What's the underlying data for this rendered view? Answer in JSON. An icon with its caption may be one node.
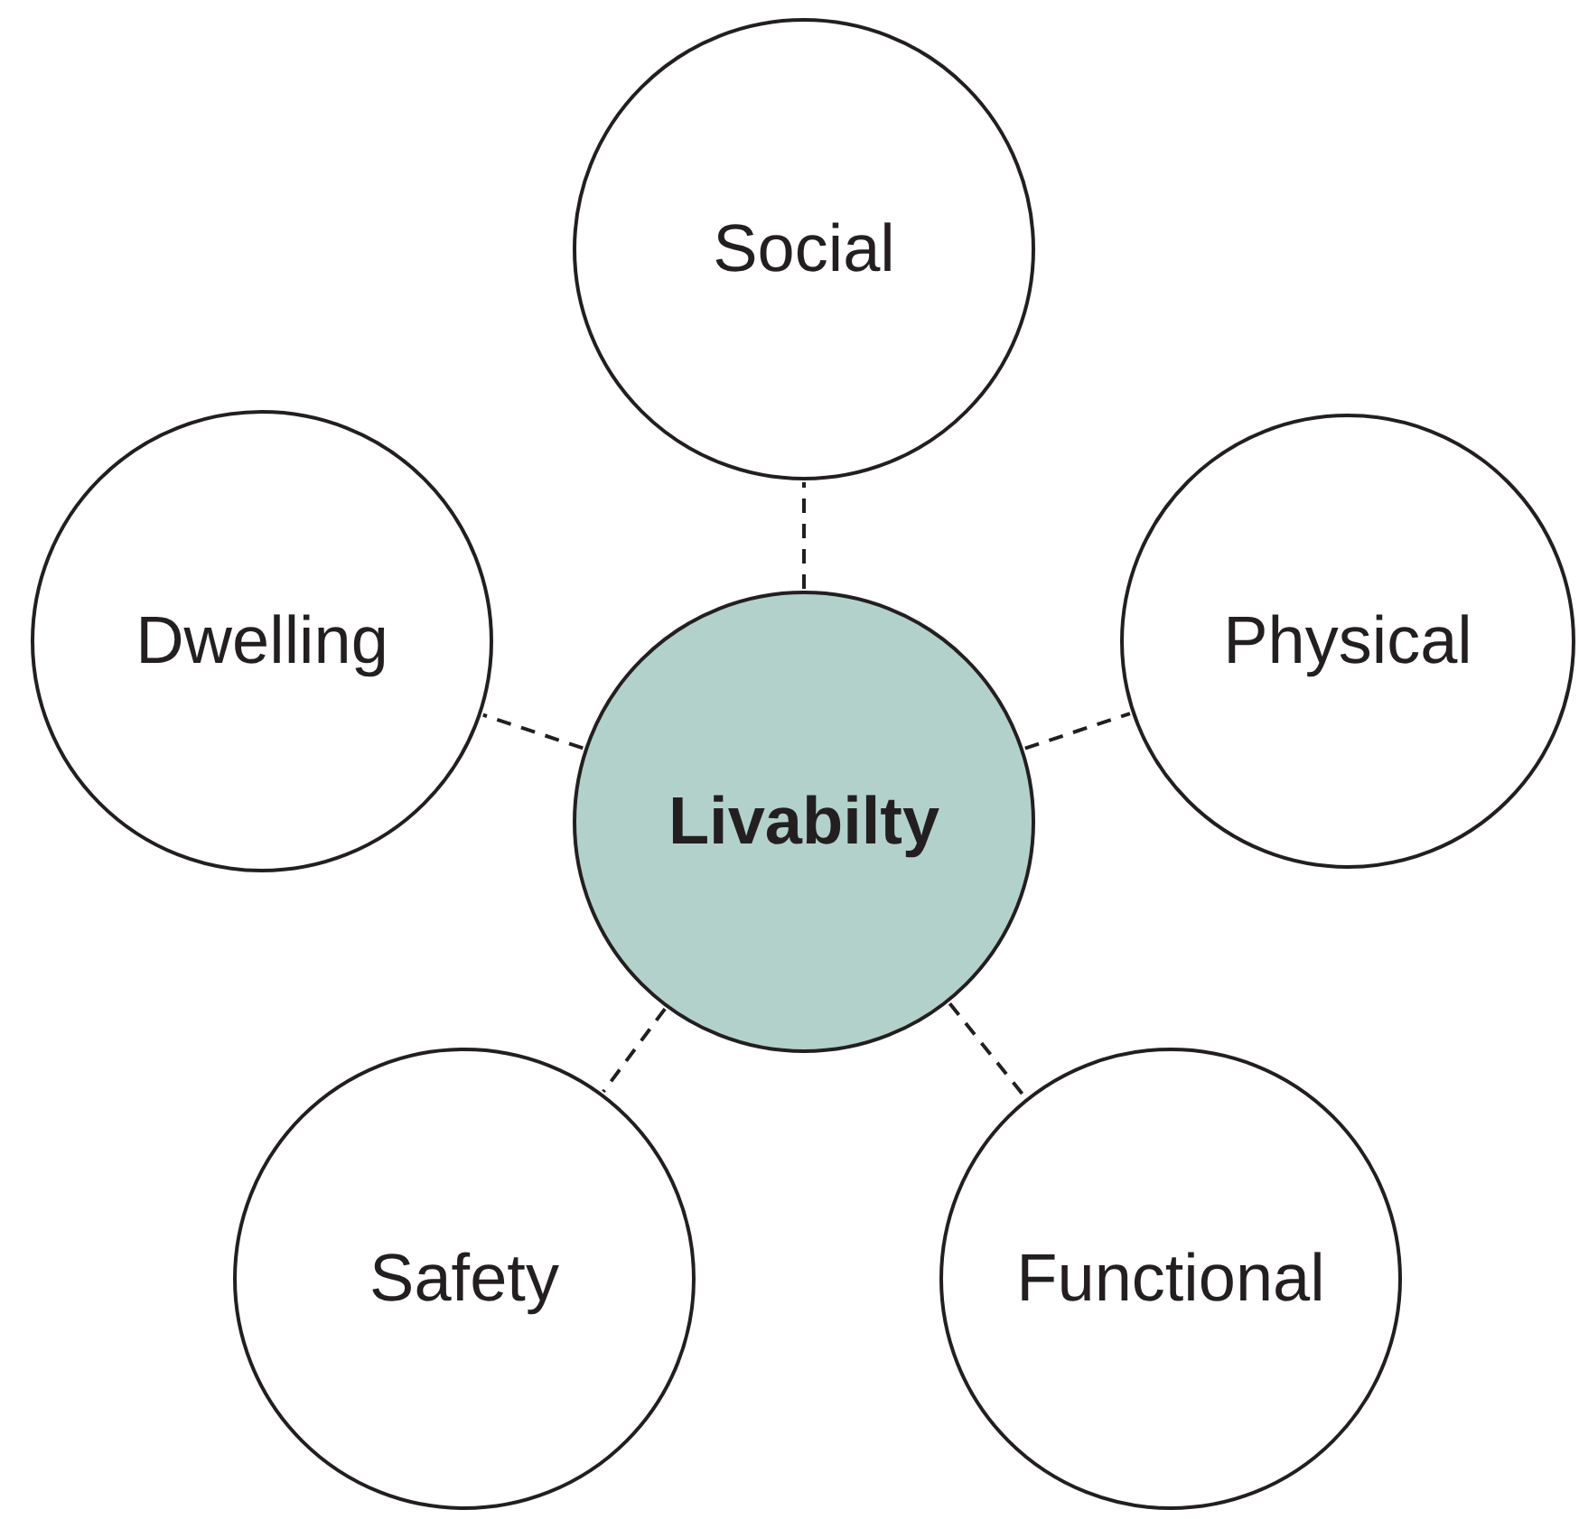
{
  "diagram": {
    "nodes": [
      {
        "text": [
          "Social"
        ]
      },
      {
        "text": [
          "Dwelling"
        ]
      },
      {
        "text": [
          "Physical"
        ]
      },
      {
        "text": [
          "Livabilty"
        ]
      },
      {
        "text": [
          "Safety"
        ]
      },
      {
        "text": [
          "Functional"
        ]
      }
    ],
    "edges": [
      {
        "from": 3,
        "to": 0,
        "arrow": "none",
        "style": "dashed"
      },
      {
        "from": 3,
        "to": 1,
        "arrow": "none",
        "style": "dashed"
      },
      {
        "from": 3,
        "to": 2,
        "arrow": "none",
        "style": "dashed"
      },
      {
        "from": 3,
        "to": 4,
        "arrow": "none",
        "style": "dashed"
      },
      {
        "from": 3,
        "to": 5,
        "arrow": "none",
        "style": "dashed"
      }
    ]
  }
}
